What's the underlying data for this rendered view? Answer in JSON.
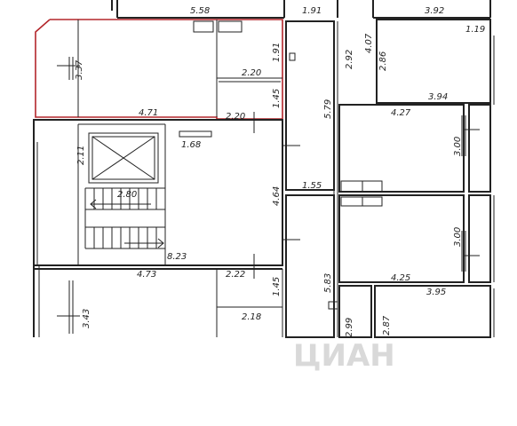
{
  "dimensions": [
    {
      "id": "d1",
      "text": "5.58"
    },
    {
      "id": "d2",
      "text": "1.91"
    },
    {
      "id": "d3",
      "text": "3.92"
    },
    {
      "id": "d4",
      "text": "1.19"
    },
    {
      "id": "d5",
      "text": "3.37"
    },
    {
      "id": "d6",
      "text": "1.91"
    },
    {
      "id": "d7",
      "text": "2.92"
    },
    {
      "id": "d8",
      "text": "4.07"
    },
    {
      "id": "d9",
      "text": "2.86"
    },
    {
      "id": "d10",
      "text": "2.20"
    },
    {
      "id": "d11",
      "text": "1.45"
    },
    {
      "id": "d12",
      "text": "5.79"
    },
    {
      "id": "d13",
      "text": "3.94"
    },
    {
      "id": "d14",
      "text": "4.71"
    },
    {
      "id": "d15",
      "text": "2.20"
    },
    {
      "id": "d16",
      "text": "4.27"
    },
    {
      "id": "d17",
      "text": "1.68"
    },
    {
      "id": "d18",
      "text": "2.11"
    },
    {
      "id": "d19",
      "text": "3.00"
    },
    {
      "id": "d20",
      "text": "2.80"
    },
    {
      "id": "d21",
      "text": "4.64"
    },
    {
      "id": "d22",
      "text": "1.55"
    },
    {
      "id": "d23",
      "text": "3.00"
    },
    {
      "id": "d24",
      "text": "8.23"
    },
    {
      "id": "d25",
      "text": "4.73"
    },
    {
      "id": "d26",
      "text": "2.22"
    },
    {
      "id": "d27",
      "text": "5.83"
    },
    {
      "id": "d28",
      "text": "4.25"
    },
    {
      "id": "d29",
      "text": "1.45"
    },
    {
      "id": "d30",
      "text": "3.95"
    },
    {
      "id": "d31",
      "text": "3.43"
    },
    {
      "id": "d32",
      "text": "2.18"
    },
    {
      "id": "d33",
      "text": "2.99"
    },
    {
      "id": "d34",
      "text": "2.87"
    }
  ],
  "watermark": "ЦИАН",
  "colors": {
    "wall": "#222222",
    "highlight": "#b3262b",
    "watermark": "#d9d9d9"
  },
  "icons": [
    "elevator-icon",
    "stair-arrow-icon",
    "door-icon",
    "window-icon"
  ]
}
